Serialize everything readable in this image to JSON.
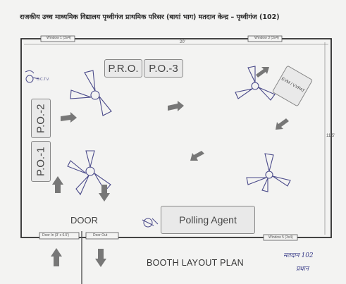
{
  "document": {
    "title": "राजकीय उच्च माध्यमिक विद्यालय पृथ्वीगंज प्राथमिक परिसर (बायां भाग) मतदान केन्द्र – पृथ्वीगंज (102)",
    "dimension_top": "20'",
    "dimension_right": "11.5'",
    "windows": {
      "top_left": "Window 1 (3x4)",
      "top_right": "Window 3 (3x4)",
      "bottom_right": "Window 5 (3x4)"
    },
    "doors": {
      "door_in": "Door In (3' x 6.5')",
      "door_out": "Door Out"
    },
    "boxes": {
      "pro": "P.R.O.",
      "po3": "P.O.-3",
      "po2": "P.O.-2",
      "po1": "P.O.-1",
      "polling_agent": "Polling Agent",
      "evm": "EVM / VVPAT"
    },
    "fan_label": "C.C.T.V.",
    "door_label": "DOOR",
    "plan_title": "BOOTH LAYOUT PLAN",
    "handwritten": [
      "मतदान 102",
      "प्रधान"
    ]
  }
}
